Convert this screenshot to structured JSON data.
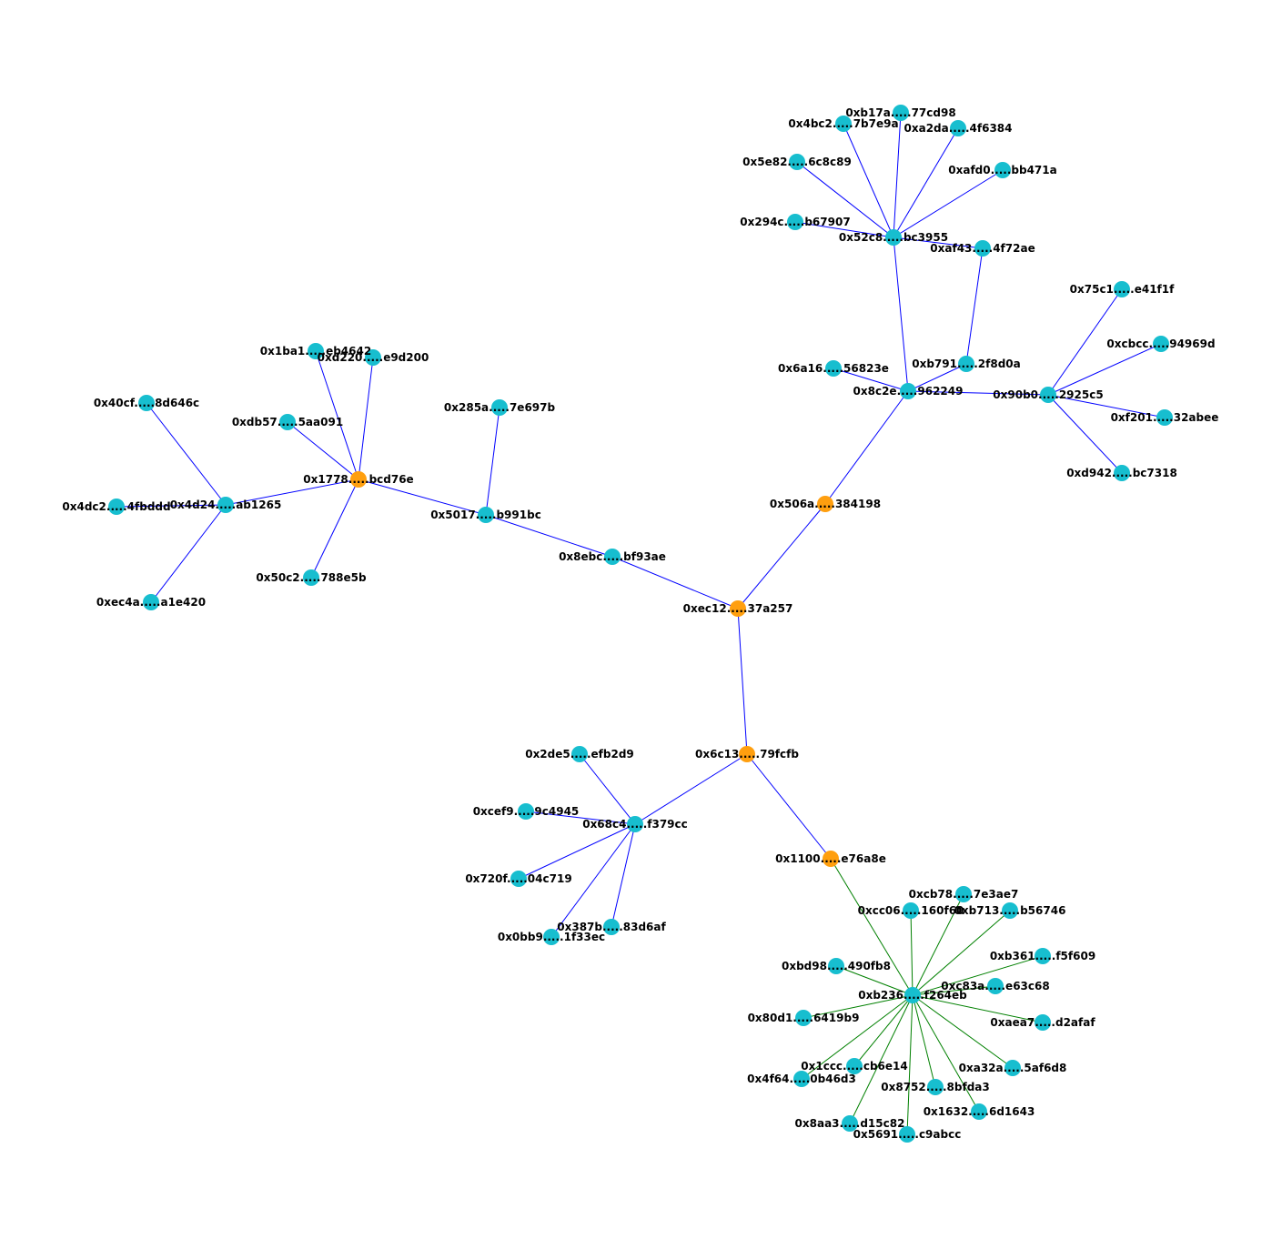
{
  "graph": {
    "type": "network",
    "colors": {
      "node_default": "#17becf",
      "node_highlight": "#ff9f0f",
      "edge_main": "#0000ff",
      "edge_secondary": "#008000",
      "label": "#000000",
      "background": "#ffffff"
    },
    "nodes": [
      {
        "id": "0xb17a",
        "label": "0xb17a.....77cd98",
        "type": "default"
      },
      {
        "id": "0x4bc2",
        "label": "0x4bc2.....7b7e9a",
        "type": "default"
      },
      {
        "id": "0xa2da",
        "label": "0xa2da.....4f6384",
        "type": "default"
      },
      {
        "id": "0x5e82",
        "label": "0x5e82.....6c8c89",
        "type": "default"
      },
      {
        "id": "0xafd0",
        "label": "0xafd0.....bb471a",
        "type": "default"
      },
      {
        "id": "0x294c",
        "label": "0x294c.....b67907",
        "type": "default"
      },
      {
        "id": "0x52c8",
        "label": "0x52c8.....bc3955",
        "type": "default"
      },
      {
        "id": "0xaf43",
        "label": "0xaf43.....4f72ae",
        "type": "default"
      },
      {
        "id": "0x75c1",
        "label": "0x75c1.....e41f1f",
        "type": "default"
      },
      {
        "id": "0xcbcc",
        "label": "0xcbcc.....94969d",
        "type": "default"
      },
      {
        "id": "0x6a16",
        "label": "0x6a16.....56823e",
        "type": "default"
      },
      {
        "id": "0xb791",
        "label": "0xb791.....2f8d0a",
        "type": "default"
      },
      {
        "id": "0x8c2e",
        "label": "0x8c2e.....962249",
        "type": "default"
      },
      {
        "id": "0x90b0",
        "label": "0x90b0.....2925c5",
        "type": "default"
      },
      {
        "id": "0xf201",
        "label": "0xf201.....32abee",
        "type": "default"
      },
      {
        "id": "0xd942",
        "label": "0xd942.....bc7318",
        "type": "default"
      },
      {
        "id": "0x506a",
        "label": "0x506a.....384198",
        "type": "highlight"
      },
      {
        "id": "0x1ba1",
        "label": "0x1ba1.....eb4642",
        "type": "default"
      },
      {
        "id": "0xd220",
        "label": "0xd220.....e9d200",
        "type": "default"
      },
      {
        "id": "0x40cf",
        "label": "0x40cf.....8d646c",
        "type": "default"
      },
      {
        "id": "0xdb57",
        "label": "0xdb57.....5aa091",
        "type": "default"
      },
      {
        "id": "0x285a",
        "label": "0x285a.....7e697b",
        "type": "default"
      },
      {
        "id": "0x1778",
        "label": "0x1778.....bcd76e",
        "type": "highlight"
      },
      {
        "id": "0x4dc2",
        "label": "0x4dc2.....4fbddd",
        "type": "default"
      },
      {
        "id": "0x4d24",
        "label": "0x4d24.....ab1265",
        "type": "default"
      },
      {
        "id": "0x5017",
        "label": "0x5017.....b991bc",
        "type": "default"
      },
      {
        "id": "0x8ebc",
        "label": "0x8ebc.....bf93ae",
        "type": "default"
      },
      {
        "id": "0x50c2",
        "label": "0x50c2.....788e5b",
        "type": "default"
      },
      {
        "id": "0xec4a",
        "label": "0xec4a.....a1e420",
        "type": "default"
      },
      {
        "id": "0xec12",
        "label": "0xec12.....37a257",
        "type": "highlight"
      },
      {
        "id": "0x2de5",
        "label": "0x2de5.....efb2d9",
        "type": "default"
      },
      {
        "id": "0x6c13",
        "label": "0x6c13.....79fcfb",
        "type": "highlight"
      },
      {
        "id": "0xcef9",
        "label": "0xcef9.....9c4945",
        "type": "default"
      },
      {
        "id": "0x68c4",
        "label": "0x68c4.....f379cc",
        "type": "default"
      },
      {
        "id": "0x1100",
        "label": "0x1100.....e76a8e",
        "type": "highlight"
      },
      {
        "id": "0x720f",
        "label": "0x720f.....04c719",
        "type": "default"
      },
      {
        "id": "0x387b",
        "label": "0x387b.....83d6af",
        "type": "default"
      },
      {
        "id": "0x0bb9",
        "label": "0x0bb9.....1f33ec",
        "type": "default"
      },
      {
        "id": "0xcb78",
        "label": "0xcb78.....7e3ae7",
        "type": "default"
      },
      {
        "id": "0xcc06",
        "label": "0xcc06.....160f60",
        "type": "default"
      },
      {
        "id": "0xb713",
        "label": "0xb713.....b56746",
        "type": "default"
      },
      {
        "id": "0xb361",
        "label": "0xb361.....f5f609",
        "type": "default"
      },
      {
        "id": "0xbd98",
        "label": "0xbd98.....490fb8",
        "type": "default"
      },
      {
        "id": "0xc83a",
        "label": "0xc83a.....e63c68",
        "type": "default"
      },
      {
        "id": "0xb236",
        "label": "0xb236.....f264eb",
        "type": "default"
      },
      {
        "id": "0x80d1",
        "label": "0x80d1.....6419b9",
        "type": "default"
      },
      {
        "id": "0xaea7",
        "label": "0xaea7.....d2afaf",
        "type": "default"
      },
      {
        "id": "0x1ccc",
        "label": "0x1ccc.....cb6e14",
        "type": "default"
      },
      {
        "id": "0xa32a",
        "label": "0xa32a.....5af6d8",
        "type": "default"
      },
      {
        "id": "0x4f64",
        "label": "0x4f64.....0b46d3",
        "type": "default"
      },
      {
        "id": "0x8752",
        "label": "0x8752.....8bfda3",
        "type": "default"
      },
      {
        "id": "0x1632",
        "label": "0x1632.....6d1643",
        "type": "default"
      },
      {
        "id": "0x8aa3",
        "label": "0x8aa3.....d15c82",
        "type": "default"
      },
      {
        "id": "0x5691",
        "label": "0x5691.....c9abcc",
        "type": "default"
      }
    ],
    "edges": [
      {
        "source": "0x52c8",
        "target": "0xb17a",
        "type": "main"
      },
      {
        "source": "0x52c8",
        "target": "0x4bc2",
        "type": "main"
      },
      {
        "source": "0x52c8",
        "target": "0xa2da",
        "type": "main"
      },
      {
        "source": "0x52c8",
        "target": "0x5e82",
        "type": "main"
      },
      {
        "source": "0x52c8",
        "target": "0xafd0",
        "type": "main"
      },
      {
        "source": "0x52c8",
        "target": "0x294c",
        "type": "main"
      },
      {
        "source": "0x52c8",
        "target": "0xaf43",
        "type": "main"
      },
      {
        "source": "0x52c8",
        "target": "0x8c2e",
        "type": "main"
      },
      {
        "source": "0xaf43",
        "target": "0xb791",
        "type": "main"
      },
      {
        "source": "0xb791",
        "target": "0x8c2e",
        "type": "main"
      },
      {
        "source": "0x6a16",
        "target": "0x8c2e",
        "type": "main"
      },
      {
        "source": "0x8c2e",
        "target": "0x90b0",
        "type": "main"
      },
      {
        "source": "0x90b0",
        "target": "0x75c1",
        "type": "main"
      },
      {
        "source": "0x90b0",
        "target": "0xcbcc",
        "type": "main"
      },
      {
        "source": "0x90b0",
        "target": "0xf201",
        "type": "main"
      },
      {
        "source": "0x90b0",
        "target": "0xd942",
        "type": "main"
      },
      {
        "source": "0x8c2e",
        "target": "0x506a",
        "type": "main"
      },
      {
        "source": "0x506a",
        "target": "0xec12",
        "type": "main"
      },
      {
        "source": "0x1778",
        "target": "0x1ba1",
        "type": "main"
      },
      {
        "source": "0x1778",
        "target": "0xd220",
        "type": "main"
      },
      {
        "source": "0x1778",
        "target": "0xdb57",
        "type": "main"
      },
      {
        "source": "0x1778",
        "target": "0x50c2",
        "type": "main"
      },
      {
        "source": "0x1778",
        "target": "0x4d24",
        "type": "main"
      },
      {
        "source": "0x1778",
        "target": "0x5017",
        "type": "main"
      },
      {
        "source": "0x4d24",
        "target": "0x40cf",
        "type": "main"
      },
      {
        "source": "0x4d24",
        "target": "0x4dc2",
        "type": "main"
      },
      {
        "source": "0x4d24",
        "target": "0xec4a",
        "type": "main"
      },
      {
        "source": "0x5017",
        "target": "0x285a",
        "type": "main"
      },
      {
        "source": "0x5017",
        "target": "0x8ebc",
        "type": "main"
      },
      {
        "source": "0x8ebc",
        "target": "0xec12",
        "type": "main"
      },
      {
        "source": "0xec12",
        "target": "0x6c13",
        "type": "main"
      },
      {
        "source": "0x6c13",
        "target": "0x68c4",
        "type": "main"
      },
      {
        "source": "0x6c13",
        "target": "0x1100",
        "type": "main"
      },
      {
        "source": "0x68c4",
        "target": "0x2de5",
        "type": "main"
      },
      {
        "source": "0x68c4",
        "target": "0xcef9",
        "type": "main"
      },
      {
        "source": "0x68c4",
        "target": "0x720f",
        "type": "main"
      },
      {
        "source": "0x68c4",
        "target": "0x387b",
        "type": "main"
      },
      {
        "source": "0x68c4",
        "target": "0x0bb9",
        "type": "main"
      },
      {
        "source": "0x1100",
        "target": "0xb236",
        "type": "secondary"
      },
      {
        "source": "0xb236",
        "target": "0xcb78",
        "type": "secondary"
      },
      {
        "source": "0xb236",
        "target": "0xcc06",
        "type": "secondary"
      },
      {
        "source": "0xb236",
        "target": "0xb713",
        "type": "secondary"
      },
      {
        "source": "0xb236",
        "target": "0xb361",
        "type": "secondary"
      },
      {
        "source": "0xb236",
        "target": "0xbd98",
        "type": "secondary"
      },
      {
        "source": "0xb236",
        "target": "0xc83a",
        "type": "secondary"
      },
      {
        "source": "0xb236",
        "target": "0x80d1",
        "type": "secondary"
      },
      {
        "source": "0xb236",
        "target": "0xaea7",
        "type": "secondary"
      },
      {
        "source": "0xb236",
        "target": "0x1ccc",
        "type": "secondary"
      },
      {
        "source": "0xb236",
        "target": "0xa32a",
        "type": "secondary"
      },
      {
        "source": "0xb236",
        "target": "0x4f64",
        "type": "secondary"
      },
      {
        "source": "0xb236",
        "target": "0x8752",
        "type": "secondary"
      },
      {
        "source": "0xb236",
        "target": "0x1632",
        "type": "secondary"
      },
      {
        "source": "0xb236",
        "target": "0x8aa3",
        "type": "secondary"
      },
      {
        "source": "0xb236",
        "target": "0x5691",
        "type": "secondary"
      }
    ]
  }
}
